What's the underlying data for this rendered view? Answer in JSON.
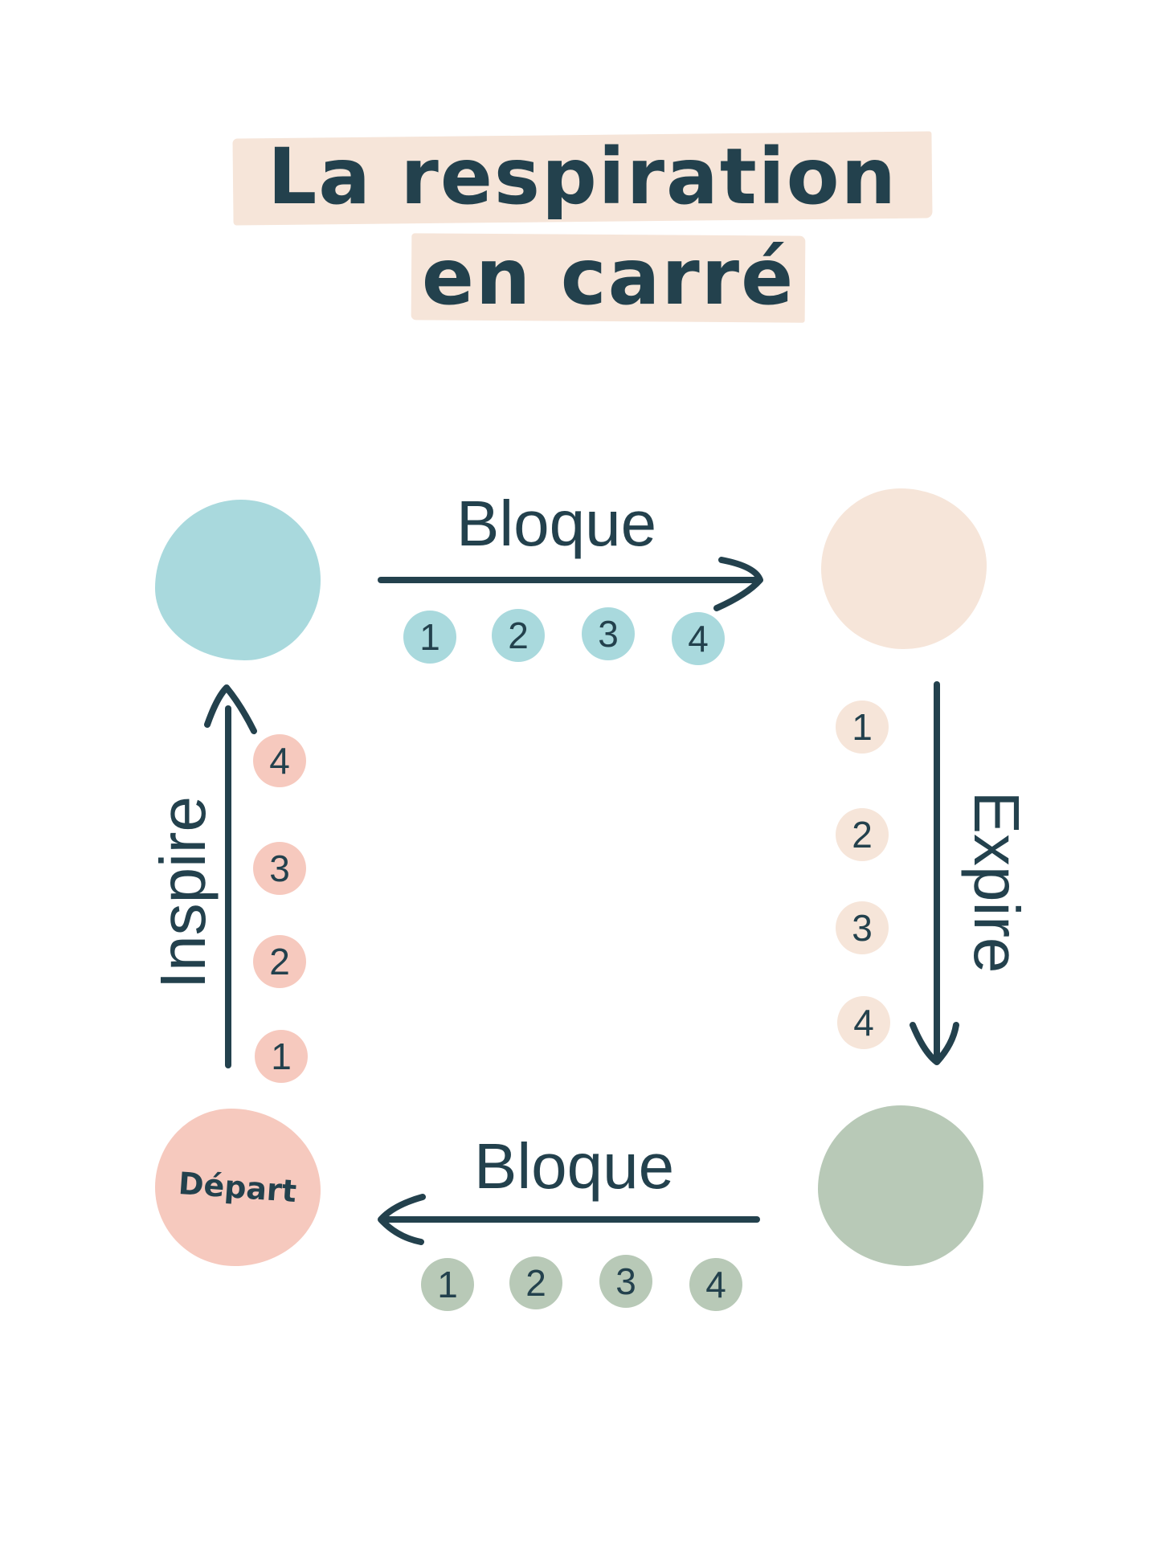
{
  "title": {
    "line1": "La respiration",
    "line2": "en carré"
  },
  "colors": {
    "ink": "#23414d",
    "blue": "#a9d9dd",
    "peach": "#f6e5d9",
    "pink": "#f6c9be",
    "sage": "#b8c9b7"
  },
  "steps": {
    "top": {
      "label": "Bloque",
      "counts": [
        "1",
        "2",
        "3",
        "4"
      ]
    },
    "right": {
      "label": "Expire",
      "counts": [
        "1",
        "2",
        "3",
        "4"
      ]
    },
    "bottom": {
      "label": "Bloque",
      "counts": [
        "1",
        "2",
        "3",
        "4"
      ]
    },
    "left": {
      "label": "Inspire",
      "counts": [
        "4",
        "3",
        "2",
        "1"
      ]
    }
  },
  "start": {
    "label": "Départ"
  }
}
